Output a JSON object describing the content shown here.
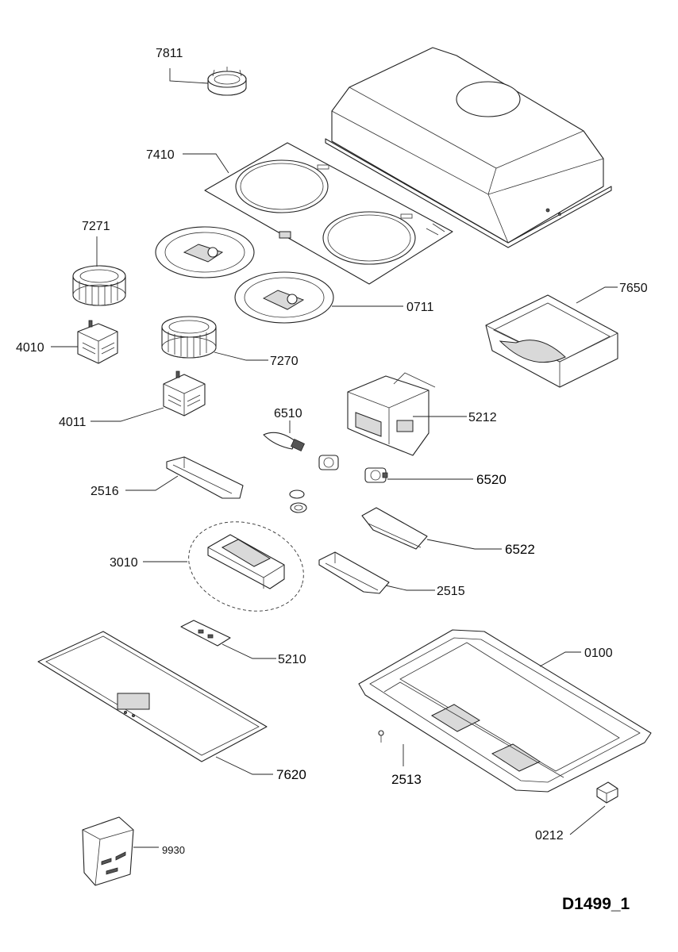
{
  "labels": {
    "p7811": "7811",
    "p7410": "7410",
    "p7271": "7271",
    "p7650": "7650",
    "p0711": "0711",
    "p4010": "4010",
    "p7270": "7270",
    "p6510": "6510",
    "p4011": "4011",
    "p5212": "5212",
    "p6520": "6520",
    "p2516": "2516",
    "p6522": "6522",
    "p3010": "3010",
    "p2515": "2515",
    "p0100": "0100",
    "p5210": "5210",
    "p7620": "7620",
    "p2513": "2513",
    "p0212": "0212",
    "p9930": "9930"
  },
  "drawing_ref": "D1499_1"
}
